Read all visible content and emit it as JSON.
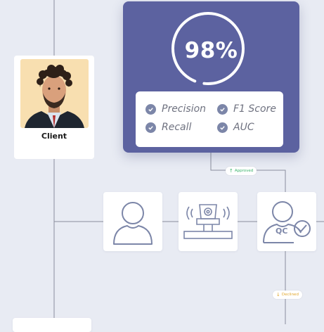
{
  "metrics": {
    "accuracy": "98%",
    "accuracy_fraction": 0.98,
    "items": [
      "Precision",
      "F1 Score",
      "Recall",
      "AUC"
    ]
  },
  "client": {
    "label": "Client"
  },
  "badges": {
    "approved": "Approved",
    "declined": "Declined"
  },
  "icons": [
    "check-circle-icon",
    "user-icon",
    "scanner-icon",
    "qc-user-icon",
    "arrow-up-icon",
    "arrow-down-icon"
  ],
  "colors": {
    "card": "#5c62a0",
    "approved": "#39b36a",
    "declined": "#e0a52a",
    "line": "#8a8e9c"
  }
}
